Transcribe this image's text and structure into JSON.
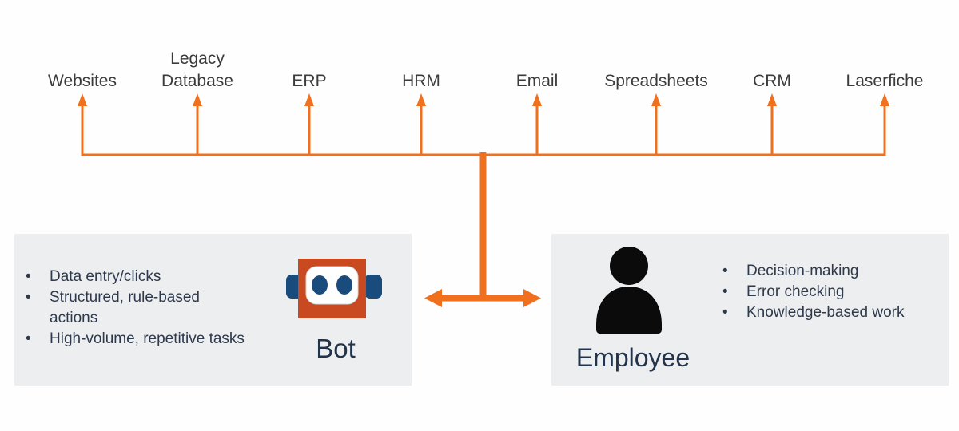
{
  "diagram": {
    "systems": [
      {
        "label": "Websites"
      },
      {
        "label": "Legacy Database"
      },
      {
        "label": "ERP"
      },
      {
        "label": "HRM"
      },
      {
        "label": "Email"
      },
      {
        "label": "Spreadsheets"
      },
      {
        "label": "CRM"
      },
      {
        "label": "Laserfiche"
      }
    ],
    "bot": {
      "label": "Bot",
      "tasks": [
        "Data entry/clicks",
        "Structured, rule-based actions",
        "High-volume, repetitive tasks"
      ]
    },
    "employee": {
      "label": "Employee",
      "tasks": [
        "Decision-making",
        "Error checking",
        "Knowledge-based work"
      ]
    },
    "colors": {
      "arrow_orange": "#f0701e",
      "robot_body_orange": "#c94a20",
      "robot_eye_navy": "#1a4b7d",
      "panel_gray": "#edeef0",
      "system_label_text": "#3b3b3b",
      "task_text": "#2e3a4c",
      "caption_text": "#22334a",
      "person_black": "#0b0b0b"
    }
  }
}
